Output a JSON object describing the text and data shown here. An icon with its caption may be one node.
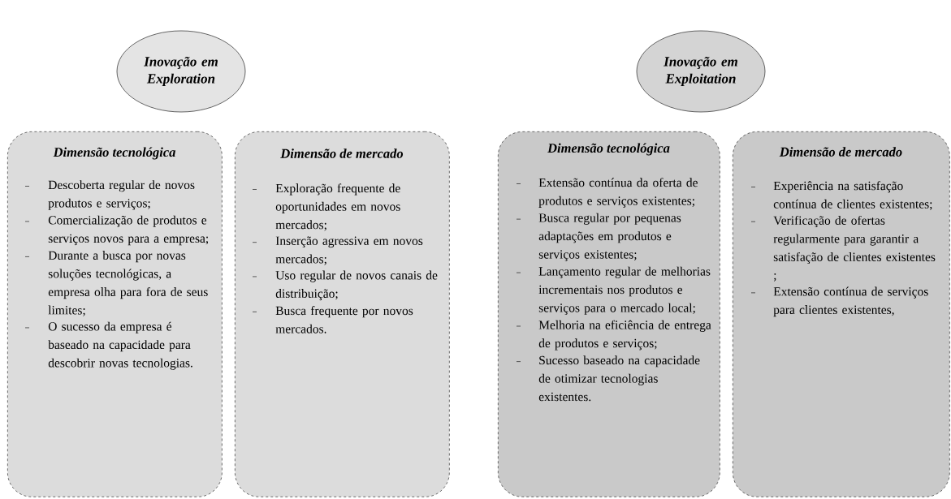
{
  "diagram": {
    "nodes": [
      {
        "text": [
          "Inovação em Exploration"
        ]
      },
      {
        "text": [
          "Inovação em Exploitation"
        ]
      },
      {
        "text": [
          "Dimensão tecnológica",
          "Descoberta regular de novos produtos e serviços;",
          "Comercialização de produtos e serviços novos para a empresa;",
          "Durante a busca por novas soluções tecnológicas, a empresa olha para fora de seus limites;",
          "O sucesso da empresa é baseado na capacidade para descobrir novas tecnologias."
        ]
      },
      {
        "text": [
          "Dimensão de mercado",
          "Exploração frequente de oportunidades em novos mercados;",
          "Inserção agressiva em novos mercados;",
          "Uso regular de novos canais de distribuição;",
          "Busca frequente por novos mercados."
        ]
      },
      {
        "text": [
          "Dimensão tecnológica",
          "Extensão contínua da oferta de produtos e serviços existentes;",
          "Busca regular por pequenas adaptações em produtos e serviços existentes;",
          "Lançamento regular de melhorias incrementais nos produtos e serviços para o mercado local;",
          "Melhoria na eficiência de entrega de produtos e serviços;",
          "Sucesso baseado na capacidade de otimizar tecnologias existentes."
        ]
      },
      {
        "text": [
          "Dimensão de mercado",
          "Experiência na satisfação contínua de clientes existentes;",
          "Verificação de ofertas regularmente para garantir a satisfação de clientes existentes ;",
          "Extensão contínua de serviços para clientes existentes,"
        ]
      }
    ]
  }
}
